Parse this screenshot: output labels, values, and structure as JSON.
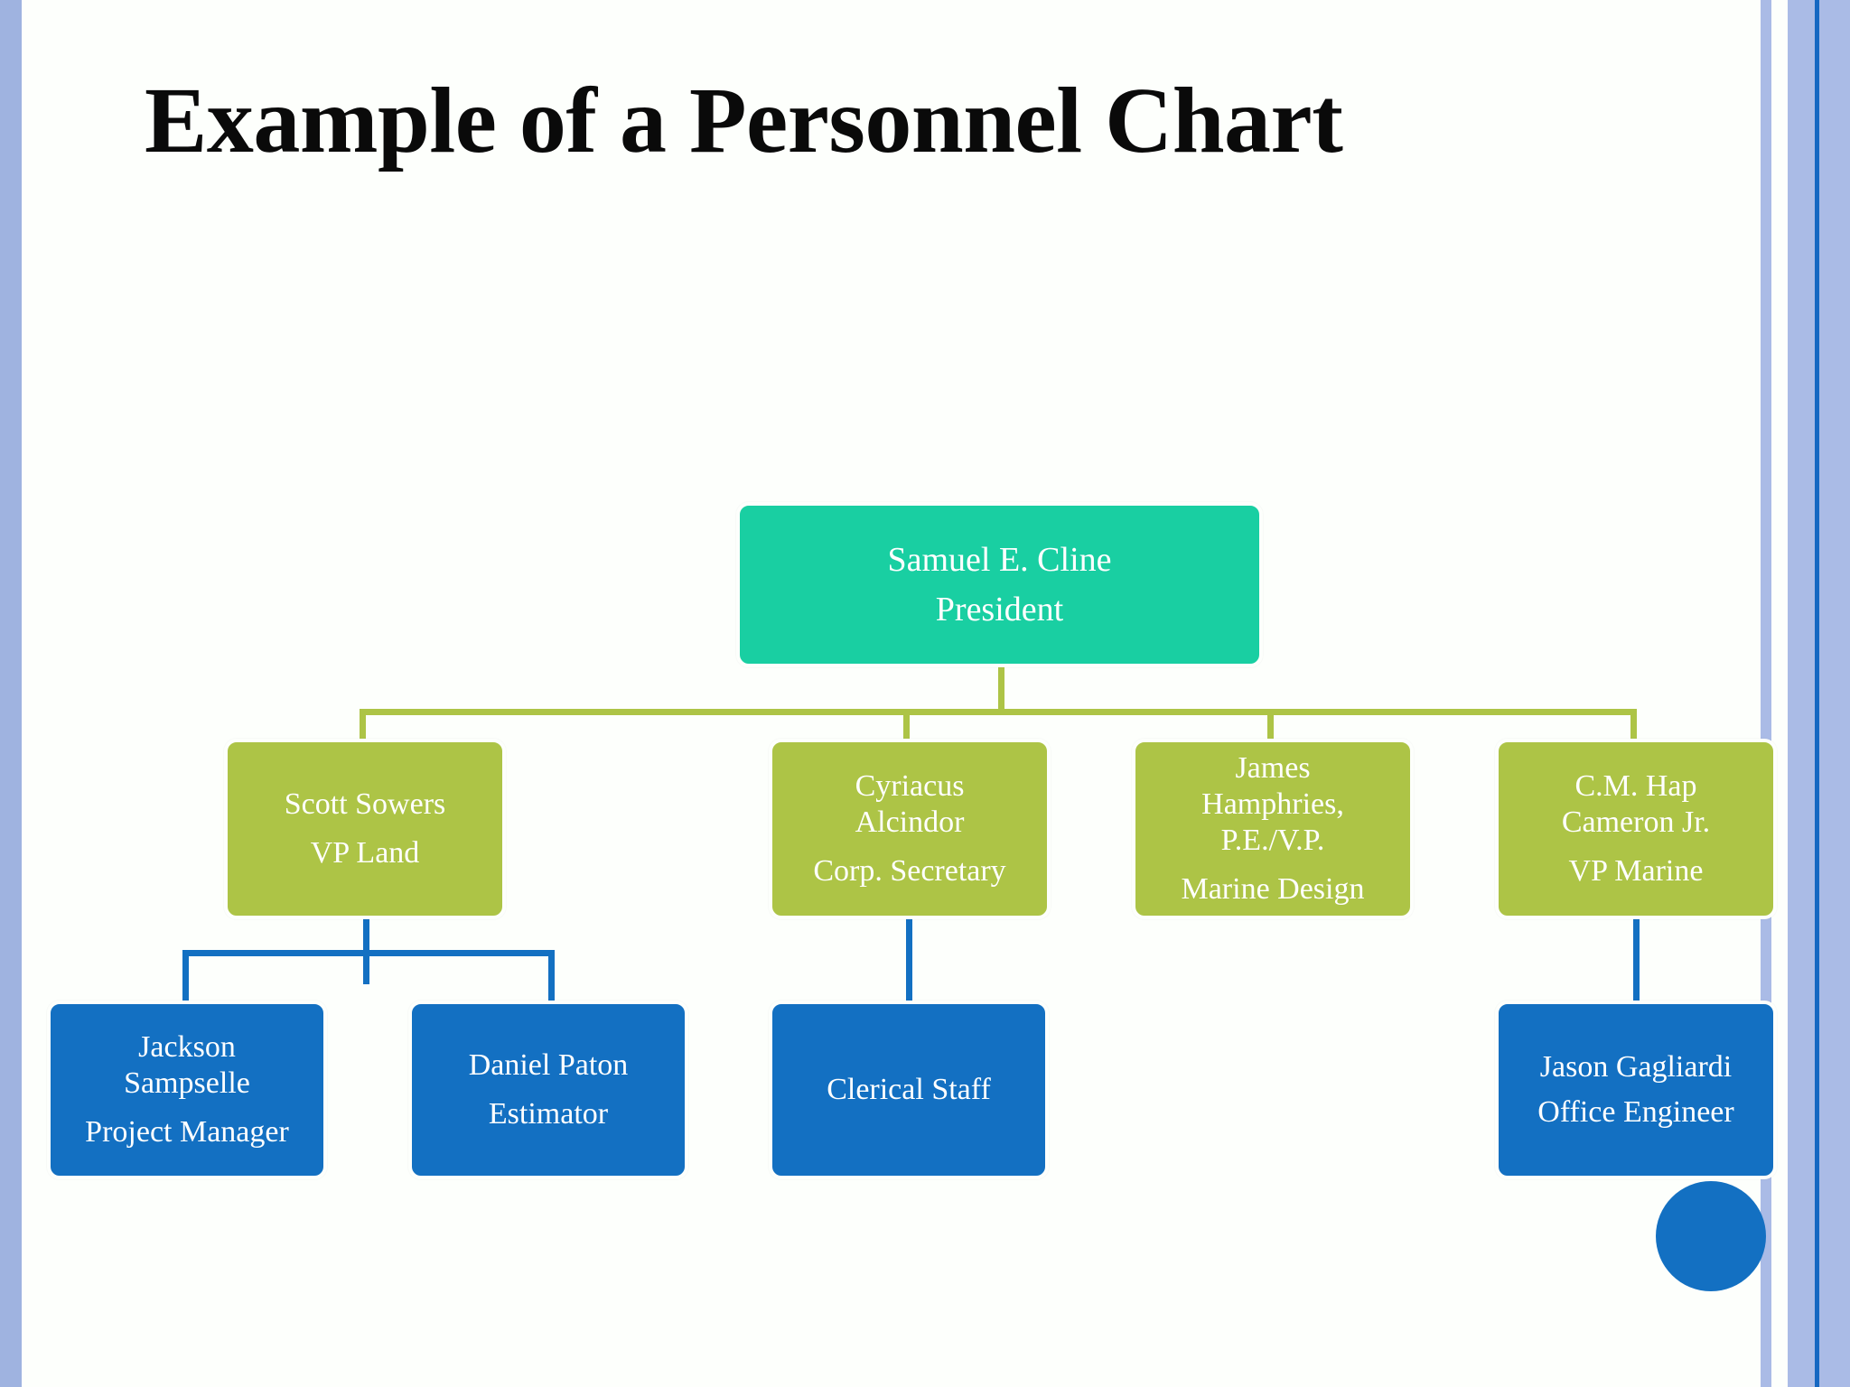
{
  "slide": {
    "title": "Example of a Personnel Chart",
    "background_color": "#fdfffc",
    "accent_colors": {
      "president_box": "#19cfa2",
      "level2_box": "#adc446",
      "level3_box": "#1370c2",
      "border_stripe": "#aabbe6",
      "stripe_accent": "#1668c2",
      "text_on_box": "#ffffff",
      "title_text": "#0a0a0a"
    }
  },
  "chart_data": {
    "type": "diagram",
    "chart_kind": "organizational-chart",
    "title": "Example of a Personnel Chart",
    "nodes": [
      {
        "id": "president",
        "level": 1,
        "name": "Samuel E. Cline",
        "role": "President",
        "color": "#19cfa2"
      },
      {
        "id": "vp-land",
        "level": 2,
        "name": "Scott Sowers",
        "role": "VP Land",
        "color": "#adc446",
        "parent": "president"
      },
      {
        "id": "corp-secretary",
        "level": 2,
        "name": "Cyriacus Alcindor",
        "role": "Corp. Secretary",
        "color": "#adc446",
        "parent": "president"
      },
      {
        "id": "marine-design",
        "level": 2,
        "name": "James Hamphries, P.E./V.P.",
        "role": "Marine Design",
        "color": "#adc446",
        "parent": "president"
      },
      {
        "id": "vp-marine",
        "level": 2,
        "name": "C.M. Hap Cameron Jr.",
        "role": "VP Marine",
        "color": "#adc446",
        "parent": "president"
      },
      {
        "id": "project-manager",
        "level": 3,
        "name": "Jackson Sampselle",
        "role": "Project Manager",
        "color": "#1370c2",
        "parent": "vp-land"
      },
      {
        "id": "estimator",
        "level": 3,
        "name": "Daniel Paton",
        "role": "Estimator",
        "color": "#1370c2",
        "parent": "vp-land"
      },
      {
        "id": "clerical-staff",
        "level": 3,
        "name": "Clerical Staff",
        "role": "",
        "color": "#1370c2",
        "parent": "corp-secretary"
      },
      {
        "id": "office-engineer",
        "level": 3,
        "name": "Jason Gagliardi",
        "role": "Office Engineer",
        "color": "#1370c2",
        "parent": "vp-marine"
      }
    ],
    "edges": [
      {
        "from": "president",
        "to": "vp-land",
        "color": "#adc446"
      },
      {
        "from": "president",
        "to": "corp-secretary",
        "color": "#adc446"
      },
      {
        "from": "president",
        "to": "marine-design",
        "color": "#adc446"
      },
      {
        "from": "president",
        "to": "vp-marine",
        "color": "#adc446"
      },
      {
        "from": "vp-land",
        "to": "project-manager",
        "color": "#1370c2"
      },
      {
        "from": "vp-land",
        "to": "estimator",
        "color": "#1370c2"
      },
      {
        "from": "corp-secretary",
        "to": "clerical-staff",
        "color": "#1370c2"
      },
      {
        "from": "vp-marine",
        "to": "office-engineer",
        "color": "#1370c2"
      }
    ]
  },
  "boxes": {
    "president": {
      "name": "Samuel E. Cline",
      "role": "President"
    },
    "vp_land": {
      "name": "Scott Sowers",
      "role": "VP Land"
    },
    "corp_secretary": {
      "name_line1": "Cyriacus",
      "name_line2": "Alcindor",
      "role": "Corp. Secretary"
    },
    "marine_design": {
      "name_line1": "James",
      "name_line2": "Hamphries,",
      "name_line3": "P.E./V.P.",
      "role": "Marine Design"
    },
    "vp_marine": {
      "name_line1": "C.M. Hap",
      "name_line2": "Cameron Jr.",
      "role": "VP Marine"
    },
    "project_manager": {
      "name_line1": "Jackson",
      "name_line2": "Sampselle",
      "role": "Project Manager"
    },
    "estimator": {
      "name": "Daniel Paton",
      "role": "Estimator"
    },
    "clerical_staff": {
      "name": "Clerical Staff"
    },
    "office_engineer": {
      "name": "Jason Gagliardi",
      "role": "Office Engineer"
    }
  }
}
